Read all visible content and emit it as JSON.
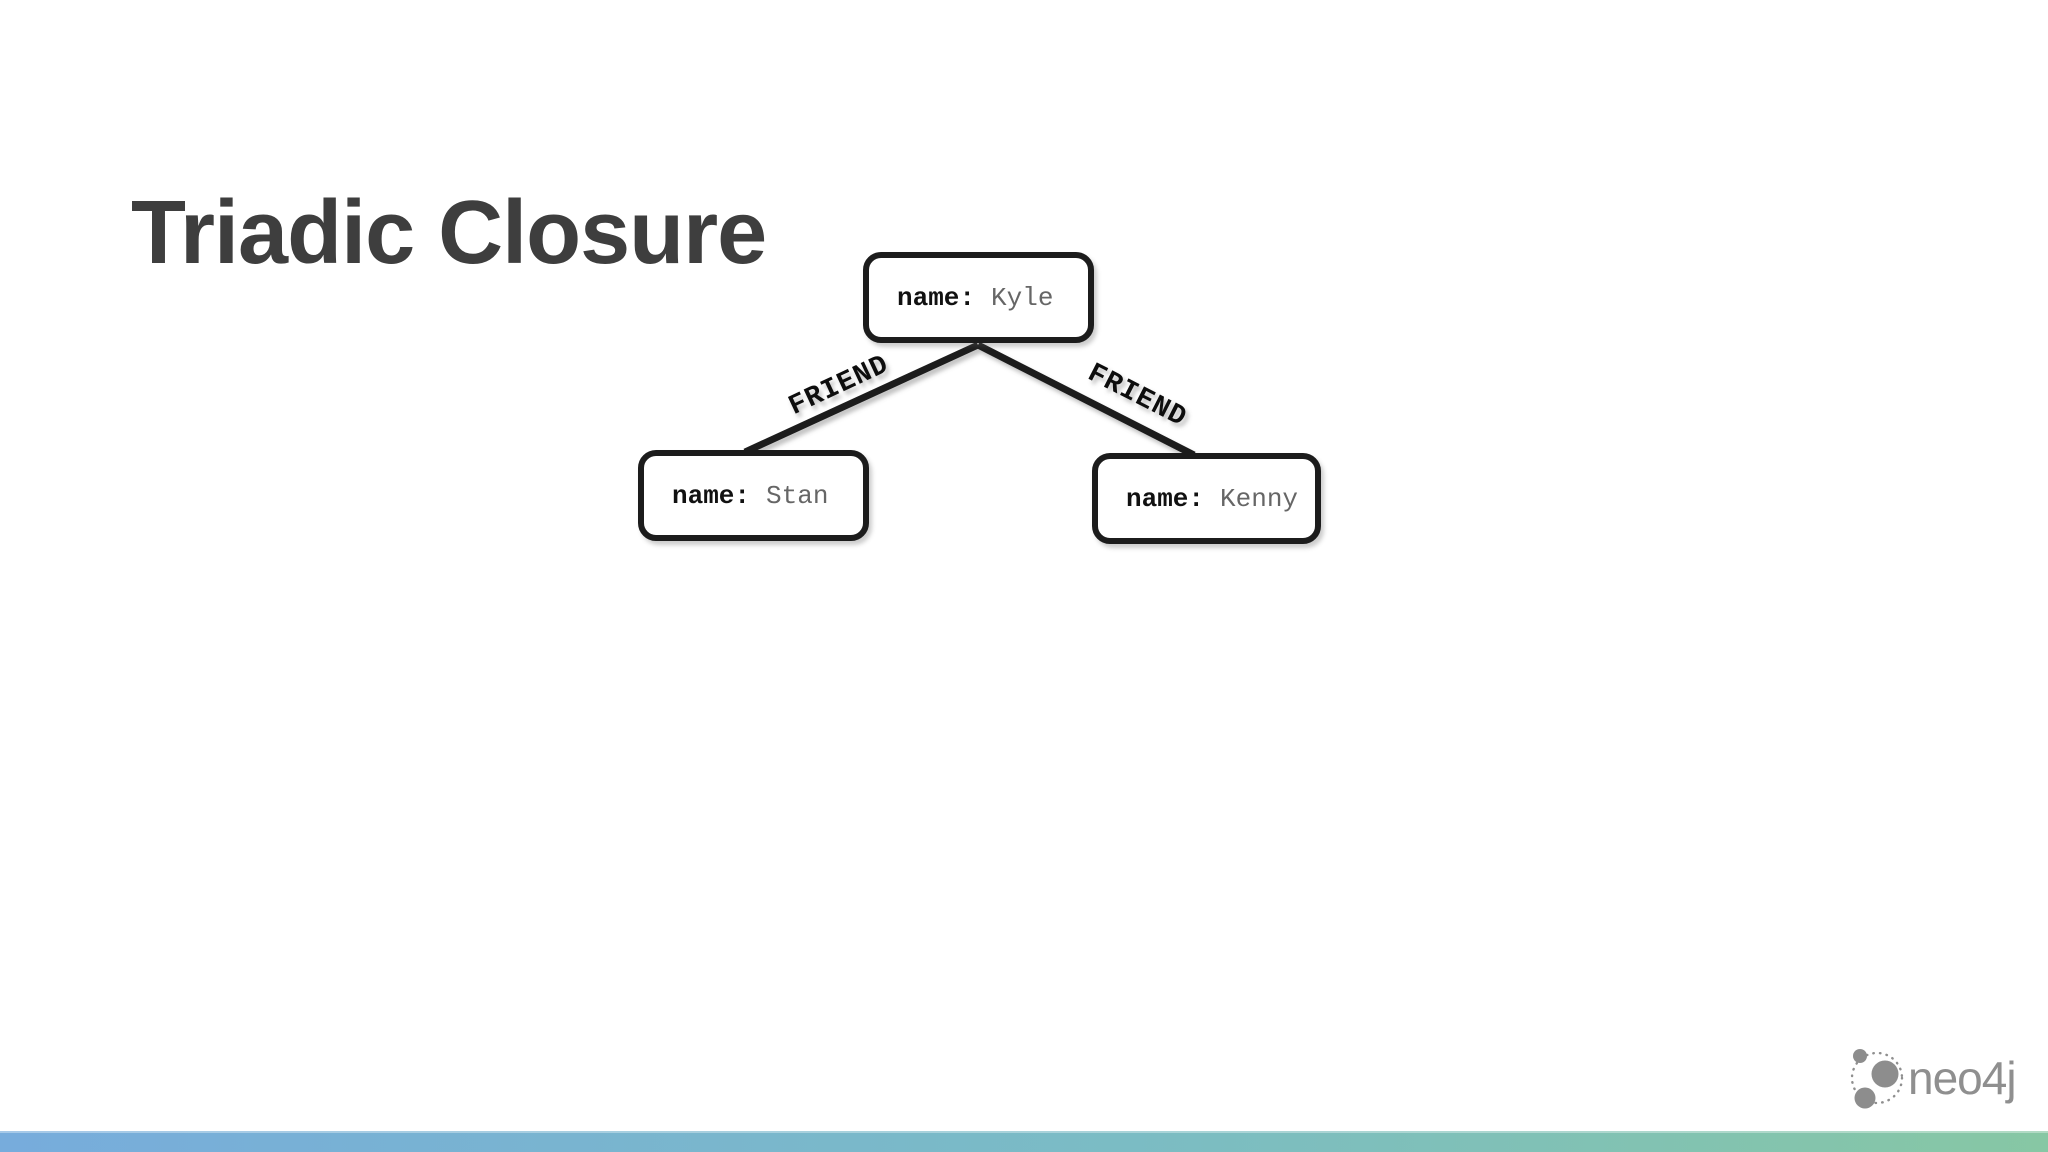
{
  "slide": {
    "title": "Triadic Closure",
    "background_color": "#ffffff",
    "title_color": "#3e3e3e"
  },
  "diagram": {
    "type": "graph",
    "nodes": [
      {
        "id": "kyle",
        "property_key": "name:",
        "property_value": "Kyle"
      },
      {
        "id": "stan",
        "property_key": "name:",
        "property_value": "Stan"
      },
      {
        "id": "kenny",
        "property_key": "name:",
        "property_value": "Kenny"
      }
    ],
    "edges": [
      {
        "from": "Kyle",
        "to": "Stan",
        "label": "FRIEND"
      },
      {
        "from": "Kyle",
        "to": "Kenny",
        "label": "FRIEND"
      }
    ],
    "colors": {
      "node_border": "#1c1c1c",
      "node_fill": "#ffffff",
      "property_key": "#111111",
      "property_value": "#666666",
      "edge": "#1c1c1c",
      "edge_label": "#111111"
    }
  },
  "footer": {
    "logo_text": "neo4j",
    "logo_color": "#8f8f8f",
    "bar": {
      "gradient_left": "#77acdc",
      "gradient_right": "#87c7a4"
    }
  }
}
